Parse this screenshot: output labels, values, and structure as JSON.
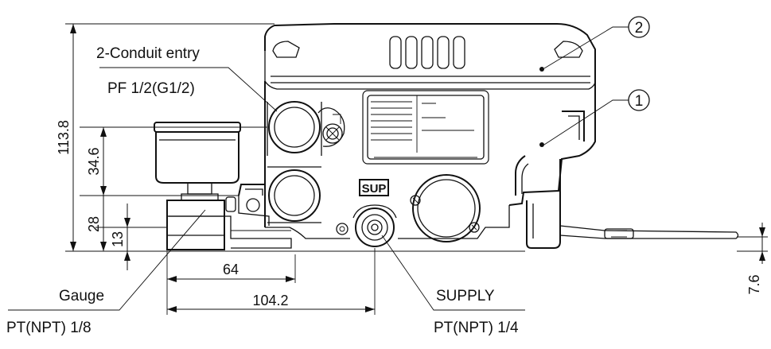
{
  "callouts": {
    "part_1": "1",
    "part_2": "2"
  },
  "labels": {
    "conduit_entry": "2-Conduit entry",
    "conduit_thread": "PF 1/2(G1/2)",
    "gauge": "Gauge",
    "gauge_thread": "PT(NPT) 1/8",
    "supply": "SUPPLY",
    "supply_thread": "PT(NPT) 1/4",
    "sup_port": "SUP"
  },
  "dimensions": {
    "total_height": "113.8",
    "gauge_height": "34.6",
    "port_height": "28",
    "supply_height": "13",
    "gauge_offset": "64",
    "supply_offset": "104.2",
    "feedback_offset": "7.6"
  },
  "colors": {
    "line": "#111111",
    "background": "#ffffff"
  }
}
